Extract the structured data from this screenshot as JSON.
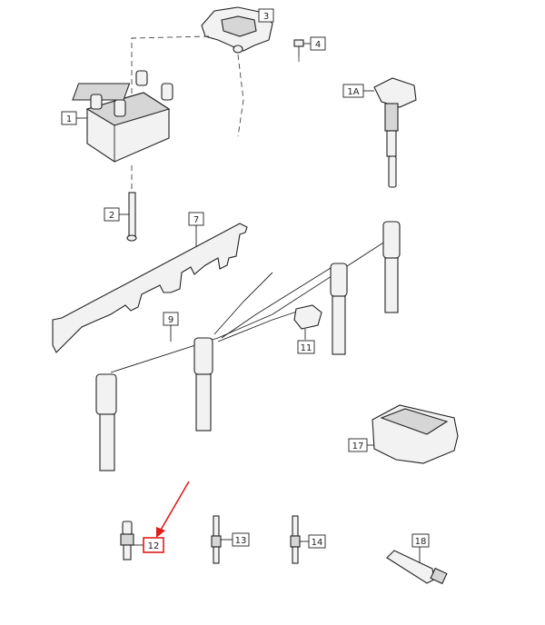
{
  "diagram": {
    "callouts": {
      "c1": "1",
      "c1a": "1A",
      "c2": "2",
      "c3": "3",
      "c4": "4",
      "c7": "7",
      "c9": "9",
      "c11": "11",
      "c12": "12",
      "c13": "13",
      "c14": "14",
      "c17": "17",
      "c18": "18"
    },
    "highlight": {
      "color": "#e01b1b",
      "target": "12"
    }
  }
}
